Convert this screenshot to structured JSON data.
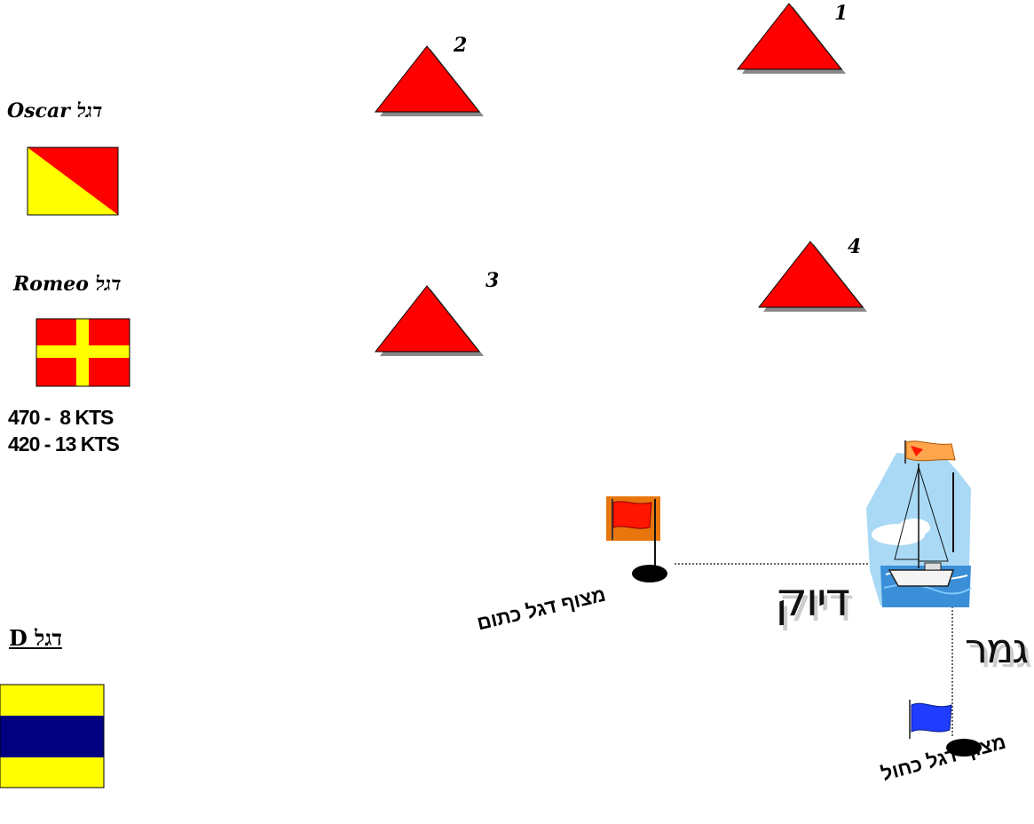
{
  "flags": {
    "oscar_title": "Oscar דגל",
    "romeo_title": "Romeo דגל",
    "d_title": "D  דגל",
    "speeds": [
      "470 -  8 KTS",
      "420 - 13 KTS"
    ]
  },
  "marks": [
    "1",
    "2",
    "3",
    "4"
  ],
  "labels": {
    "pin_buoy": "מצוף דגל כתום",
    "finish_buoy": "מצוף דגל כחול",
    "precision": "דיוק",
    "finish": "גמר"
  },
  "colors": {
    "mark_red": "#ff0000",
    "flag_yellow": "#ffff00",
    "flag_navy": "#000080",
    "orange_flag": "#e8760c",
    "blue_flag": "#1f3cff"
  }
}
